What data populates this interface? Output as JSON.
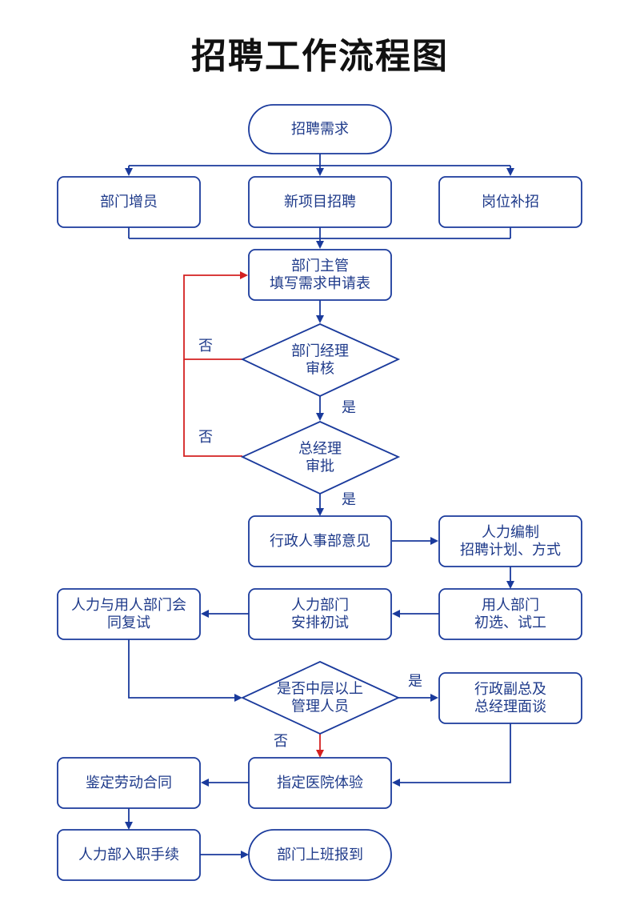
{
  "title": "招聘工作流程图",
  "colors": {
    "stroke": "#1a3a9c",
    "text": "#1e3a8a",
    "reject": "#d42020"
  },
  "nodes": {
    "start": [
      "招聘需求"
    ],
    "dept_add": [
      "部门增员"
    ],
    "new_project": [
      "新项目招聘"
    ],
    "post_fill": [
      "岗位补招"
    ],
    "fill_form": [
      "部门主管",
      "填写需求申请表"
    ],
    "mgr_review": [
      "部门经理",
      "审核"
    ],
    "gm_approve": [
      "总经理",
      "审批"
    ],
    "hr_opinion": [
      "行政人事部意见"
    ],
    "hr_plan": [
      "人力编制",
      "招聘计划、方式"
    ],
    "dept_trial": [
      "用人部门",
      "初选、试工"
    ],
    "hr_first": [
      "人力部门",
      "安排初试"
    ],
    "joint_retest": [
      "人力与用人部门会",
      "同复试"
    ],
    "mid_level": [
      "是否中层以上",
      "管理人员"
    ],
    "vp_interview": [
      "行政副总及",
      "总经理面谈"
    ],
    "medical": [
      "指定医院体验"
    ],
    "contract": [
      "鉴定劳动合同"
    ],
    "onboard": [
      "人力部入职手续"
    ],
    "report": [
      "部门上班报到"
    ]
  },
  "edge_labels": {
    "mgr_no": "否",
    "gm_no": "否",
    "mgr_yes": "是",
    "gm_yes": "是",
    "mid_yes": "是",
    "mid_no": "否"
  }
}
